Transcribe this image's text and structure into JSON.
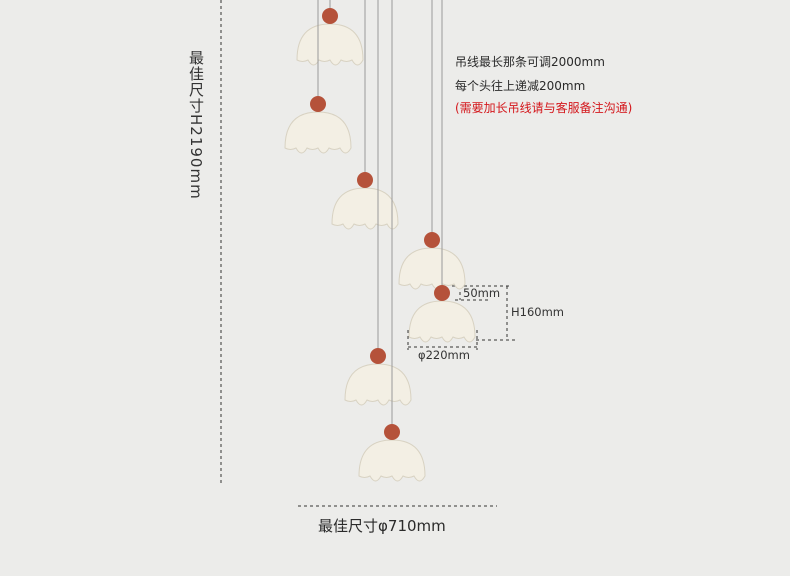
{
  "dimensions": {
    "height_label": "最佳尺寸H2190mm",
    "width_label": "最佳尺寸φ710mm",
    "ball_label": "50mm",
    "lamp_height_label": "H160mm",
    "lamp_diameter_label": "φ220mm"
  },
  "notes": {
    "line1": "吊线最长那条可调2000mm",
    "line2": "每个头往上递减200mm",
    "line3": "(需要加长吊线请与客服备注沟通)"
  },
  "colors": {
    "background": "#ececea",
    "note_red": "#d4171c",
    "ball": "#b5523a",
    "shade": "#f3efe4"
  }
}
